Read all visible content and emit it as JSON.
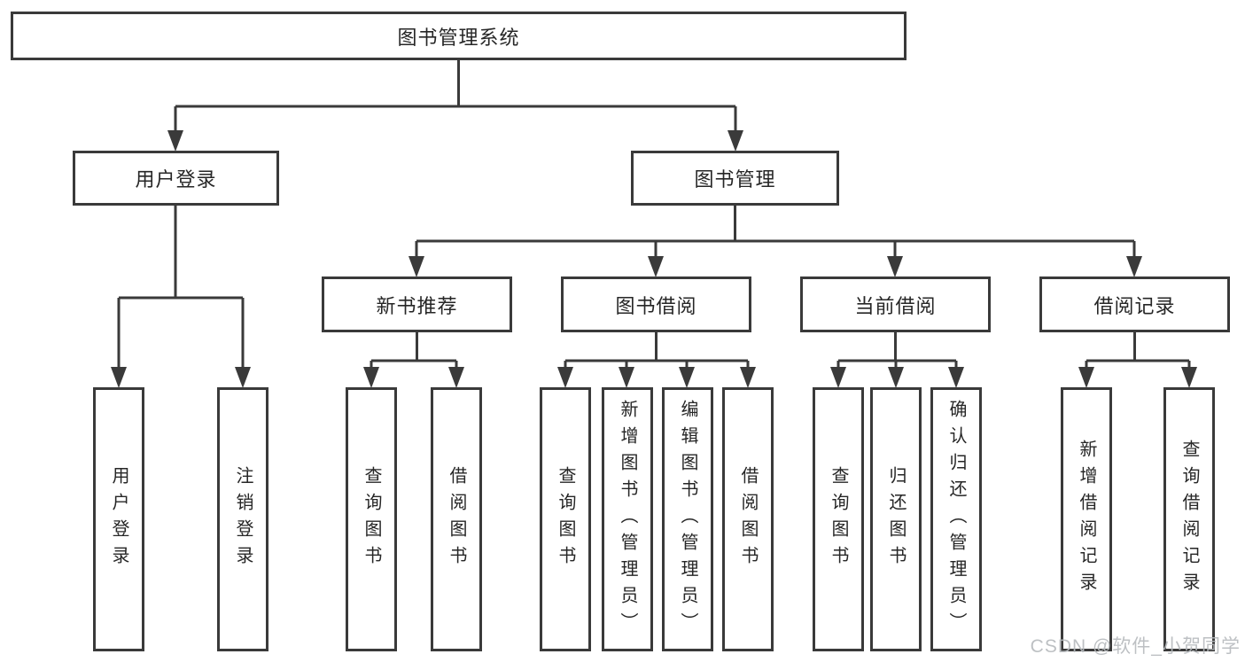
{
  "colors": {
    "line": "#3a3a3a",
    "text": "#262626",
    "background": "#ffffff",
    "watermark": "#b6babd"
  },
  "tree": {
    "root": "图书管理系统",
    "children": [
      {
        "label": "用户登录",
        "leaves": [
          "用户登录",
          "注销登录"
        ]
      },
      {
        "label": "图书管理",
        "children": [
          {
            "label": "新书推荐",
            "leaves": [
              "查询图书",
              "借阅图书"
            ]
          },
          {
            "label": "图书借阅",
            "leaves": [
              "查询图书",
              "新增图书（管理员）",
              "编辑图书（管理员）",
              "借阅图书"
            ]
          },
          {
            "label": "当前借阅",
            "leaves": [
              "查询图书",
              "归还图书",
              "确认归还（管理员）"
            ]
          },
          {
            "label": "借阅记录",
            "leaves": [
              "新增借阅记录",
              "查询借阅记录"
            ]
          }
        ]
      }
    ]
  },
  "watermark": "CSDN @软件_小贺同学"
}
